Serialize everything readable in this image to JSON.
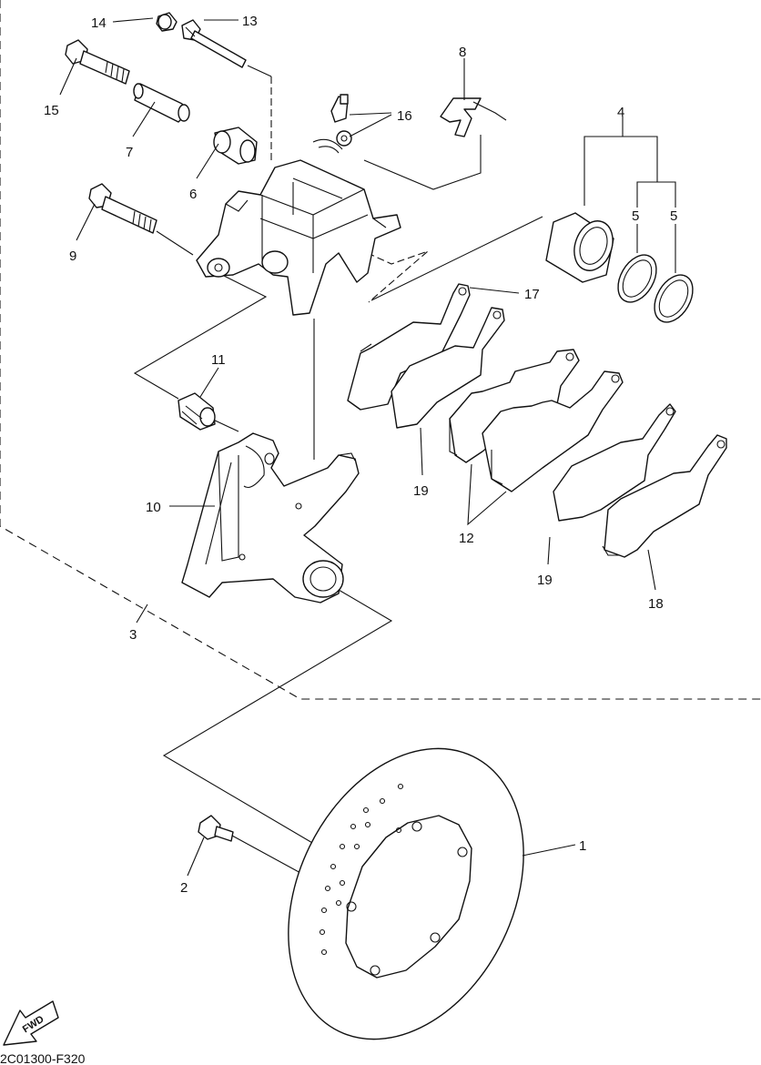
{
  "diagram": {
    "code": "2C01300-F320",
    "fwd_label": "FWD",
    "callouts": {
      "c1": "1",
      "c2": "2",
      "c3": "3",
      "c4": "4",
      "c5a": "5",
      "c5b": "5",
      "c6": "6",
      "c7": "7",
      "c8": "8",
      "c9": "9",
      "c10": "10",
      "c11": "11",
      "c12": "12",
      "c13": "13",
      "c14": "14",
      "c15": "15",
      "c16": "16",
      "c17": "17",
      "c18": "18",
      "c19a": "19",
      "c19b": "19"
    }
  }
}
